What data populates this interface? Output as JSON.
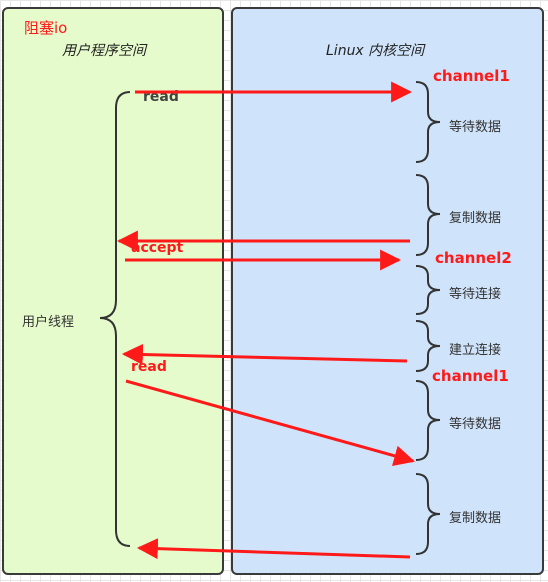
{
  "title_label": "阻塞io",
  "user_space": {
    "title": "用户程序空间",
    "thread_label": "用户线程"
  },
  "kernel_space": {
    "title": "Linux 内核空间"
  },
  "channels": [
    "channel1",
    "channel2",
    "channel1"
  ],
  "kernel_steps": [
    "等待数据",
    "复制数据",
    "等待连接",
    "建立连接",
    "等待数据",
    "复制数据"
  ],
  "actions": [
    "read",
    "accept",
    "read"
  ],
  "colors": {
    "arrow": "#ff1a1a",
    "user_bg": "#e6fbcc",
    "kernel_bg": "#cfe4fb",
    "border": "#3a3a3a"
  }
}
